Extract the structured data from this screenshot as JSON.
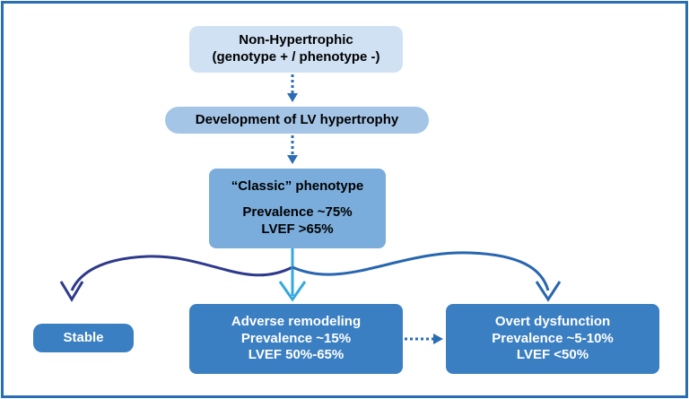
{
  "nodes": {
    "non_hypertrophic": {
      "line1": "Non-Hypertrophic",
      "line2": "(genotype + / phenotype -)"
    },
    "lv_hypertrophy": {
      "label": "Development of LV hypertrophy"
    },
    "classic": {
      "title": "“Classic” phenotype",
      "prevalence": "Prevalence ~75%",
      "lvef": "LVEF >65%"
    },
    "stable": {
      "label": "Stable"
    },
    "adverse": {
      "title": "Adverse remodeling",
      "prevalence": "Prevalence ~15%",
      "lvef": "LVEF 50%-65%"
    },
    "overt": {
      "title": "Overt dysfunction",
      "prevalence": "Prevalence ~5-10%",
      "lvef": "LVEF <50%"
    }
  },
  "colors": {
    "frame_border": "#2a6db5",
    "light_box": "#cfe1f3",
    "mid_box": "#a5c5e6",
    "classic_box": "#7aaddb",
    "dark_box": "#3b7fc3",
    "dotted_arrow": "#2a6db5",
    "stable_curve": "#2e3a8c",
    "center_arrow": "#33a9e0",
    "overt_curve": "#2866b0"
  }
}
